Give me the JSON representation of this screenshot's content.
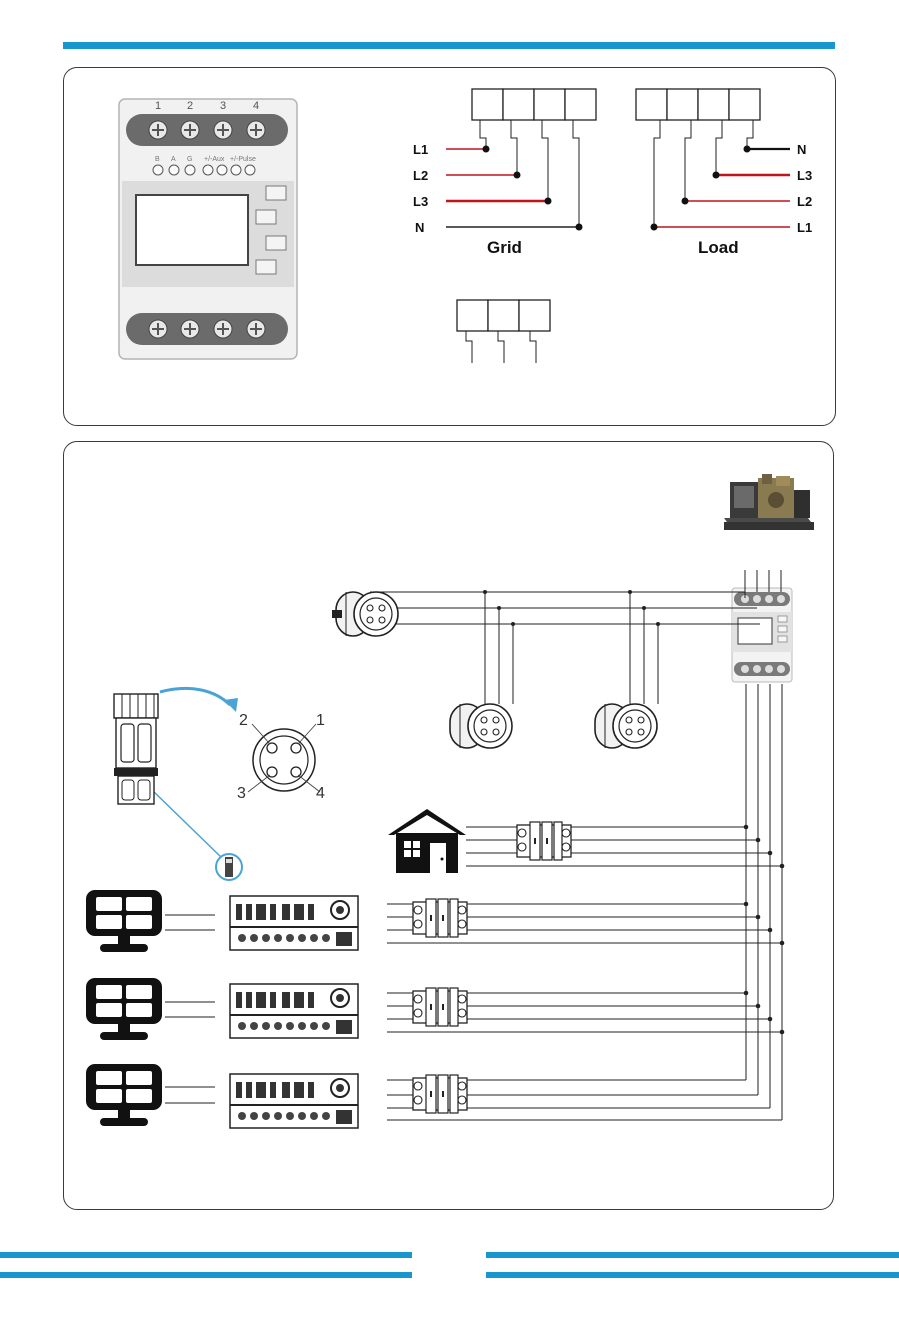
{
  "colors": {
    "accent_blue": "#1a96cf",
    "phase_red": "#c0131d",
    "line_dark": "#222222"
  },
  "meter_terminals": {
    "top": [
      "1",
      "2",
      "3",
      "4"
    ]
  },
  "grid": {
    "caption": "Grid",
    "lines": [
      "L1",
      "L2",
      "L3",
      "N"
    ]
  },
  "load": {
    "caption": "Load",
    "lines": [
      "N",
      "L3",
      "L2",
      "L1"
    ]
  },
  "connector_pins": [
    "2",
    "1",
    "3",
    "4"
  ],
  "icons": [
    "generator-icon",
    "house-icon",
    "solar-panel-icon",
    "inverter-icon",
    "breaker-icon",
    "round-connector-icon",
    "smart-meter-icon"
  ]
}
